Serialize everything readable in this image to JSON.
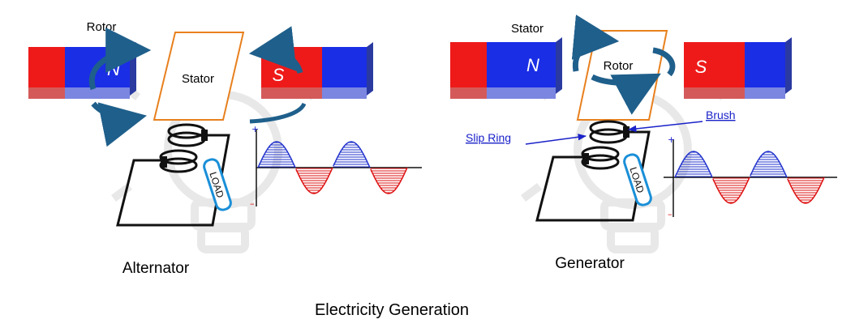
{
  "title": "Electricity Generation",
  "alternator": {
    "caption": "Alternator",
    "rotor_label": "Rotor",
    "stator_label": "Stator",
    "pole_left": "N",
    "pole_right": "S",
    "load_label": "LOAD",
    "plus": "+",
    "minus": "–"
  },
  "generator": {
    "caption": "Generator",
    "stator_label": "Stator",
    "rotor_label": "Rotor",
    "pole_left": "N",
    "pole_right": "S",
    "load_label": "LOAD",
    "slip_ring_label": "Slip Ring",
    "brush_label": "Brush",
    "plus": "+",
    "minus": "–"
  },
  "colors": {
    "north_blue": "#1a2ee6",
    "south_red": "#ee1a1a",
    "arrow": "#1f5f8b",
    "coil_outline": "#e8801e",
    "wave_pos": "#2233cc",
    "wave_neg": "#dd1111",
    "link_blue": "#1a22c8"
  }
}
